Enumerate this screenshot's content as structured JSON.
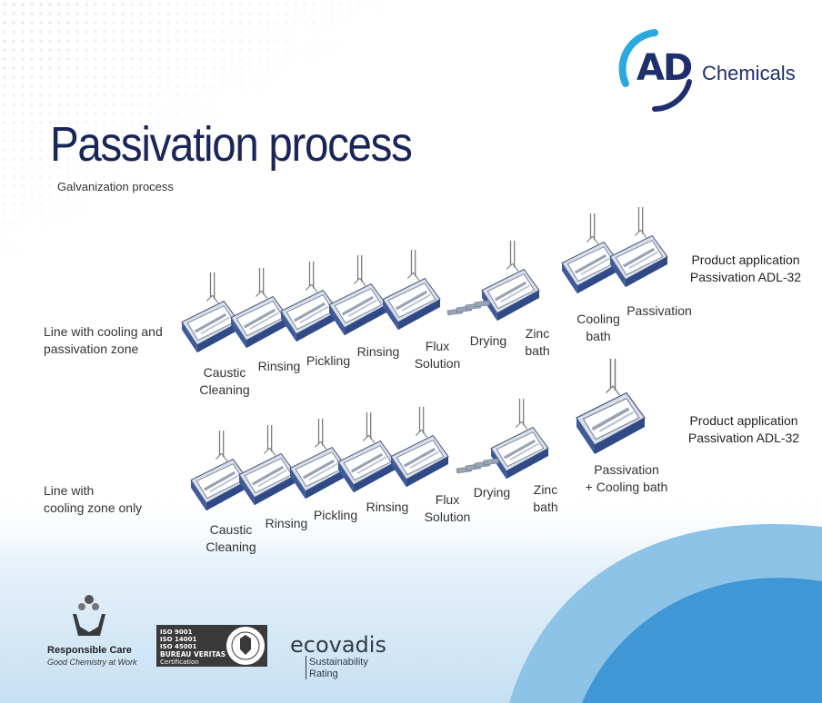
{
  "brand": {
    "logo_mark": "AD",
    "logo_name": "Chemicals"
  },
  "header": {
    "title": "Passivation process",
    "subtitle": "Galvanization process"
  },
  "line1": {
    "label": "Line with cooling and\npassivation zone",
    "stages": [
      "Caustic\nCleaning",
      "Rinsing",
      "Pickling",
      "Rinsing",
      "Flux\nSolution",
      "Drying",
      "Zinc\nbath",
      "Cooling\nbath",
      "Passivation"
    ],
    "product_line1": "Product application",
    "product_line2": "Passivation ADL-32"
  },
  "line2": {
    "label": "Line with\ncooling zone only",
    "stages": [
      "Caustic\nCleaning",
      "Rinsing",
      "Pickling",
      "Rinsing",
      "Flux\nSolution",
      "Drying",
      "Zinc\nbath",
      "Passivation\n+ Cooling bath"
    ],
    "product_line1": "Product application",
    "product_line2": "Passivation ADL-32"
  },
  "certifications": {
    "responsible_care": "Responsible Care",
    "responsible_care_tagline": "Good Chemistry at Work",
    "bureau_veritas": [
      "ISO 9001",
      "ISO 14001",
      "ISO 45001",
      "BUREAU VERITAS",
      "Certification"
    ],
    "ecovadis": "ecovadis",
    "ecovadis_sub1": "Sustainability",
    "ecovadis_sub2": "Rating"
  },
  "colors": {
    "navy": "#1e2f6b",
    "tank_blue": "#3f5b9a",
    "accent_blue": "#2aa8e0",
    "wave_light": "#8cc3e6",
    "wave_dark": "#3f97d6"
  }
}
